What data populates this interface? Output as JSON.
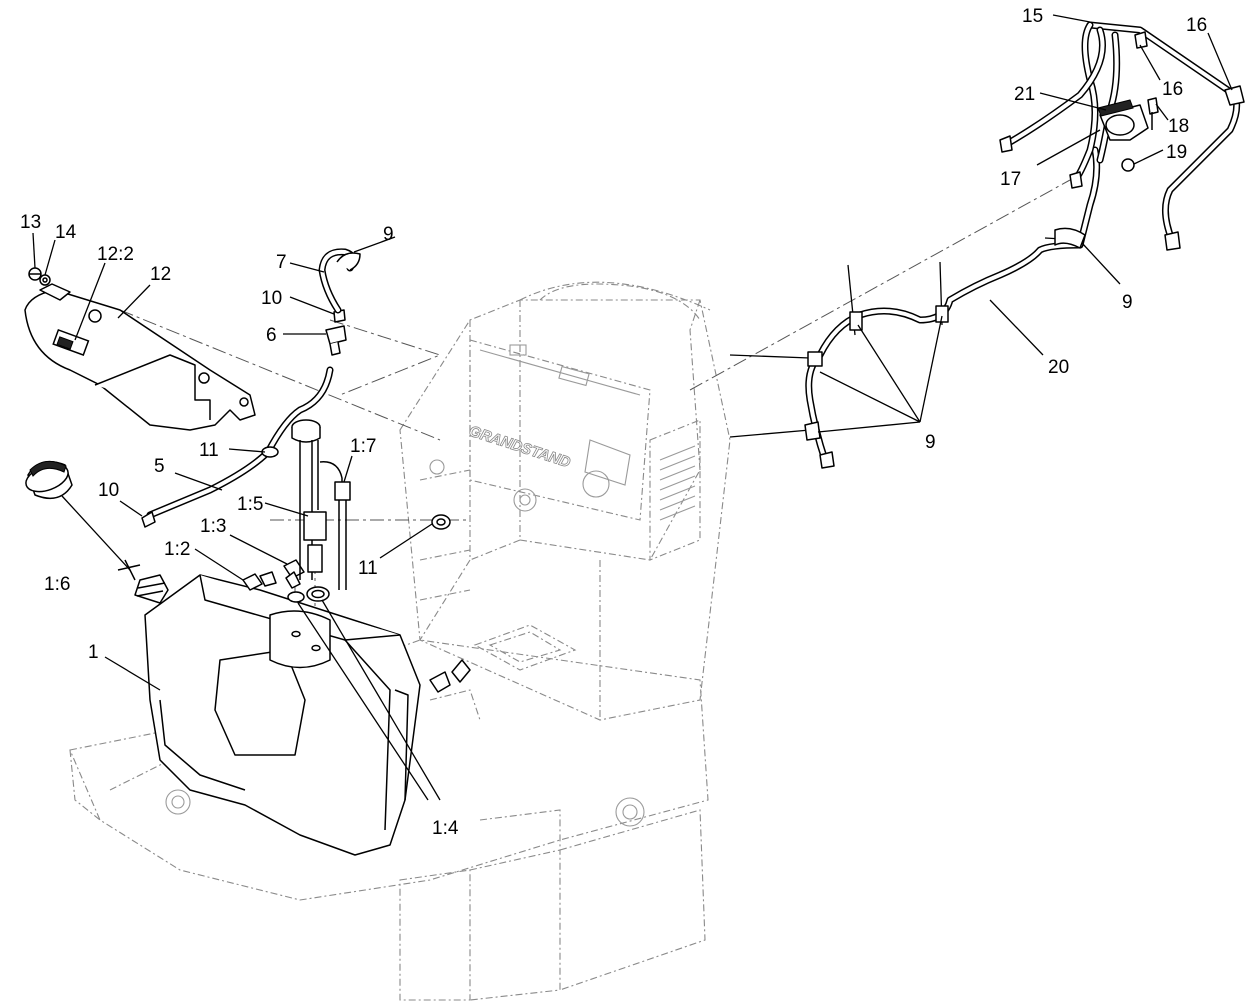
{
  "diagram": {
    "callouts": [
      {
        "id": "c13",
        "label": "13"
      },
      {
        "id": "c14",
        "label": "14"
      },
      {
        "id": "c12_2",
        "label": "12:2"
      },
      {
        "id": "c12",
        "label": "12"
      },
      {
        "id": "c7",
        "label": "7"
      },
      {
        "id": "c9a",
        "label": "9"
      },
      {
        "id": "c10a",
        "label": "10"
      },
      {
        "id": "c6",
        "label": "6"
      },
      {
        "id": "c11a",
        "label": "11"
      },
      {
        "id": "c1_7",
        "label": "1:7"
      },
      {
        "id": "c5",
        "label": "5"
      },
      {
        "id": "c10b",
        "label": "10"
      },
      {
        "id": "c1_5",
        "label": "1:5"
      },
      {
        "id": "c1_3",
        "label": "1:3"
      },
      {
        "id": "c1_2",
        "label": "1:2"
      },
      {
        "id": "c1_6",
        "label": "1:6"
      },
      {
        "id": "c11b",
        "label": "11"
      },
      {
        "id": "c1",
        "label": "1"
      },
      {
        "id": "c1_4",
        "label": "1:4"
      },
      {
        "id": "c15",
        "label": "15"
      },
      {
        "id": "c16a",
        "label": "16"
      },
      {
        "id": "c16b",
        "label": "16"
      },
      {
        "id": "c21",
        "label": "21"
      },
      {
        "id": "c18",
        "label": "18"
      },
      {
        "id": "c19",
        "label": "19"
      },
      {
        "id": "c17",
        "label": "17"
      },
      {
        "id": "c9b",
        "label": "9"
      },
      {
        "id": "c20",
        "label": "20"
      },
      {
        "id": "c9c",
        "label": "9"
      }
    ],
    "decal_text": "GRANDSTAND"
  }
}
